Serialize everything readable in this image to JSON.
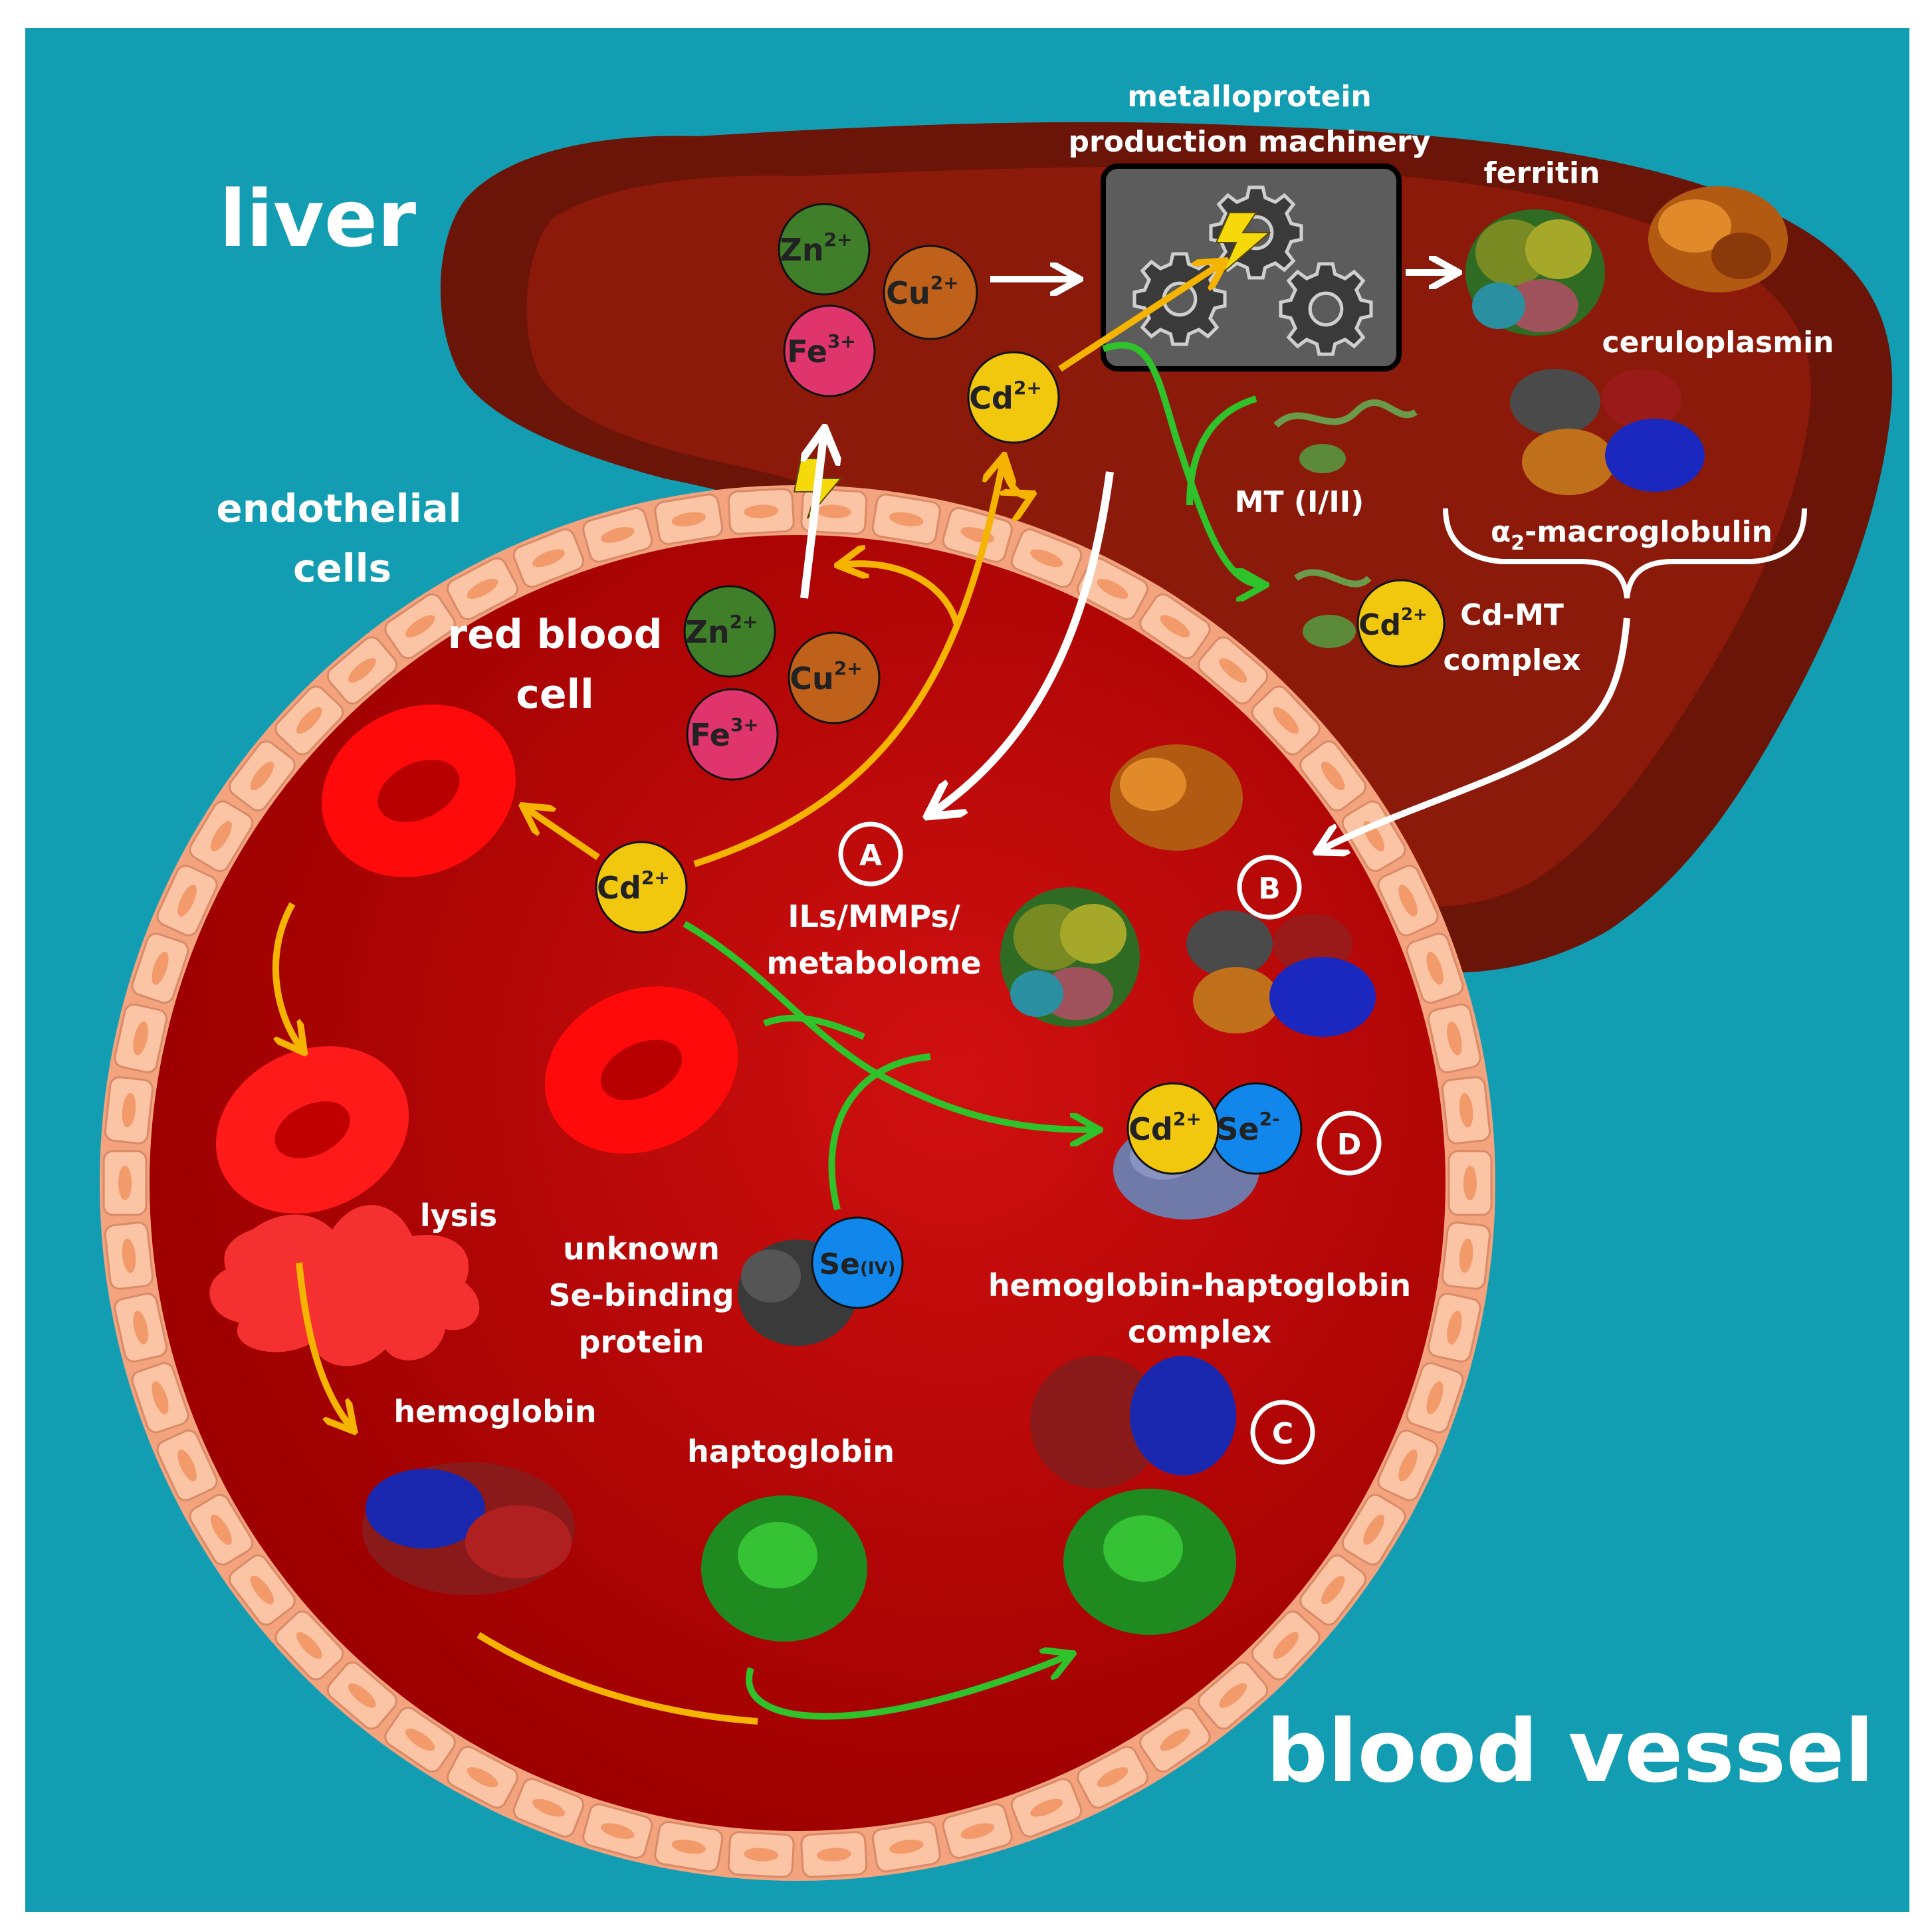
{
  "title_liver": "liver",
  "title_vessel": "blood vessel",
  "machinery_label_line1": "metalloprotein",
  "machinery_label_line2": "production machinery",
  "ferritin_label": "ferritin",
  "ceruloplasmin_label": "ceruloplasmin",
  "mt_label": "MT (I/II)",
  "a2m_label_prefix": "α",
  "a2m_label_sub": "2",
  "a2m_label_suffix": "-macroglobulin",
  "cdmt_label_line1": "Cd-MT",
  "cdmt_label_line2": "complex",
  "endothelial_line1": "endothelial",
  "endothelial_line2": "cells",
  "rbc_line1": "red blood",
  "rbc_line2": "cell",
  "lysis_label": "lysis",
  "hemoglobin_label": "hemoglobin",
  "haptoglobin_label": "haptoglobin",
  "hbhp_line1": "hemoglobin-haptoglobin",
  "hbhp_line2": "complex",
  "unknown_line1": "unknown",
  "unknown_line2": "Se-binding",
  "unknown_line3": "protein",
  "ils_line1": "ILs/MMPs/",
  "ils_line2": "metabolome",
  "marker_a": "A",
  "marker_b": "B",
  "marker_c": "C",
  "marker_d": "D",
  "ions": {
    "zn": {
      "sym": "Zn",
      "charge": "2+"
    },
    "cu": {
      "sym": "Cu",
      "charge": "2+"
    },
    "fe": {
      "sym": "Fe",
      "charge": "3+"
    },
    "cd": {
      "sym": "Cd",
      "charge": "2+"
    },
    "se2": {
      "sym": "Se",
      "charge": "2-"
    },
    "se4": {
      "sym": "Se",
      "charge": "(IV)"
    }
  },
  "colors": {
    "background": "#139db2",
    "liver_outer": "#6b1408",
    "liver_inner": "#8c1a0a",
    "vessel_fill": "#a30000",
    "endothelial": "#f8b592",
    "zn": "#3f7f2a",
    "cu": "#c0611b",
    "fe": "#e0346d",
    "cd": "#f2c80f",
    "se": "#1187ec",
    "arrow_yellow": "#f4b400",
    "arrow_green": "#2fc22a"
  }
}
